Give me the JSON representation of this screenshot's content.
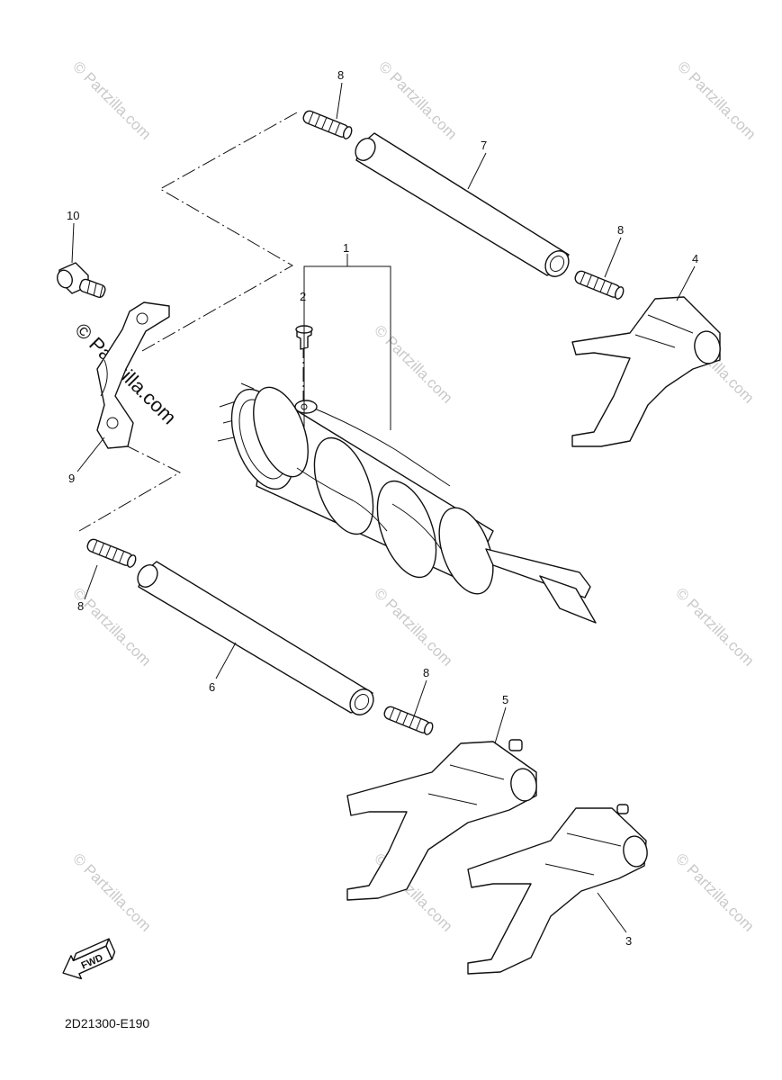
{
  "watermark": {
    "text": "© Partzilla.com",
    "color": "#c9c9c9"
  },
  "callouts": {
    "p1": "1",
    "p2": "2",
    "p3": "3",
    "p4": "4",
    "p5": "5",
    "p6": "6",
    "p7": "7",
    "p8a": "8",
    "p8b": "8",
    "p8c": "8",
    "p8d": "8",
    "p9": "9",
    "p10": "10"
  },
  "fwd_arrow": {
    "label": "FWD",
    "icon": "fwd-arrow-icon"
  },
  "diagram_code": "2D21300-E190"
}
